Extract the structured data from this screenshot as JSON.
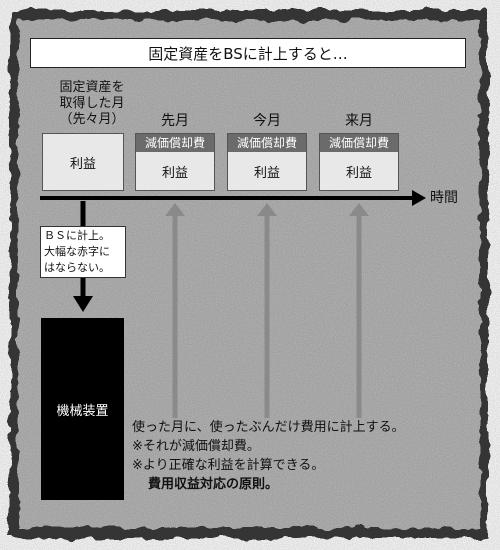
{
  "title": "固定資産をBSに計上すると…",
  "acquisition_label_lines": [
    "固定資産を",
    "取得した月",
    "（先々月）"
  ],
  "months": [
    {
      "label": "",
      "header": "",
      "value": "利益"
    },
    {
      "label": "先月",
      "header": "減価償却費",
      "value": "利益"
    },
    {
      "label": "今月",
      "header": "減価償却費",
      "value": "利益"
    },
    {
      "label": "来月",
      "header": "減価償却費",
      "value": "利益"
    }
  ],
  "time_label": "時間",
  "bs_note_lines": [
    "ＢＳに計上。",
    "大幅な赤字に",
    "はならない。"
  ],
  "asset_label": "機械装置",
  "explanation": [
    "使った月に、使ったぶんだけ費用に計上する。",
    "※それが減価償却費。",
    "※より正確な利益を計算できる。"
  ],
  "principle": "費用収益対応の原則。",
  "colors": {
    "panel": "#b9b9b9",
    "box_fill": "#e8e8e8",
    "header_fill": "#6b6b6b",
    "arrow_gray": "#8a8a8a",
    "timeline": "#000000",
    "asset_fill": "#000000"
  }
}
